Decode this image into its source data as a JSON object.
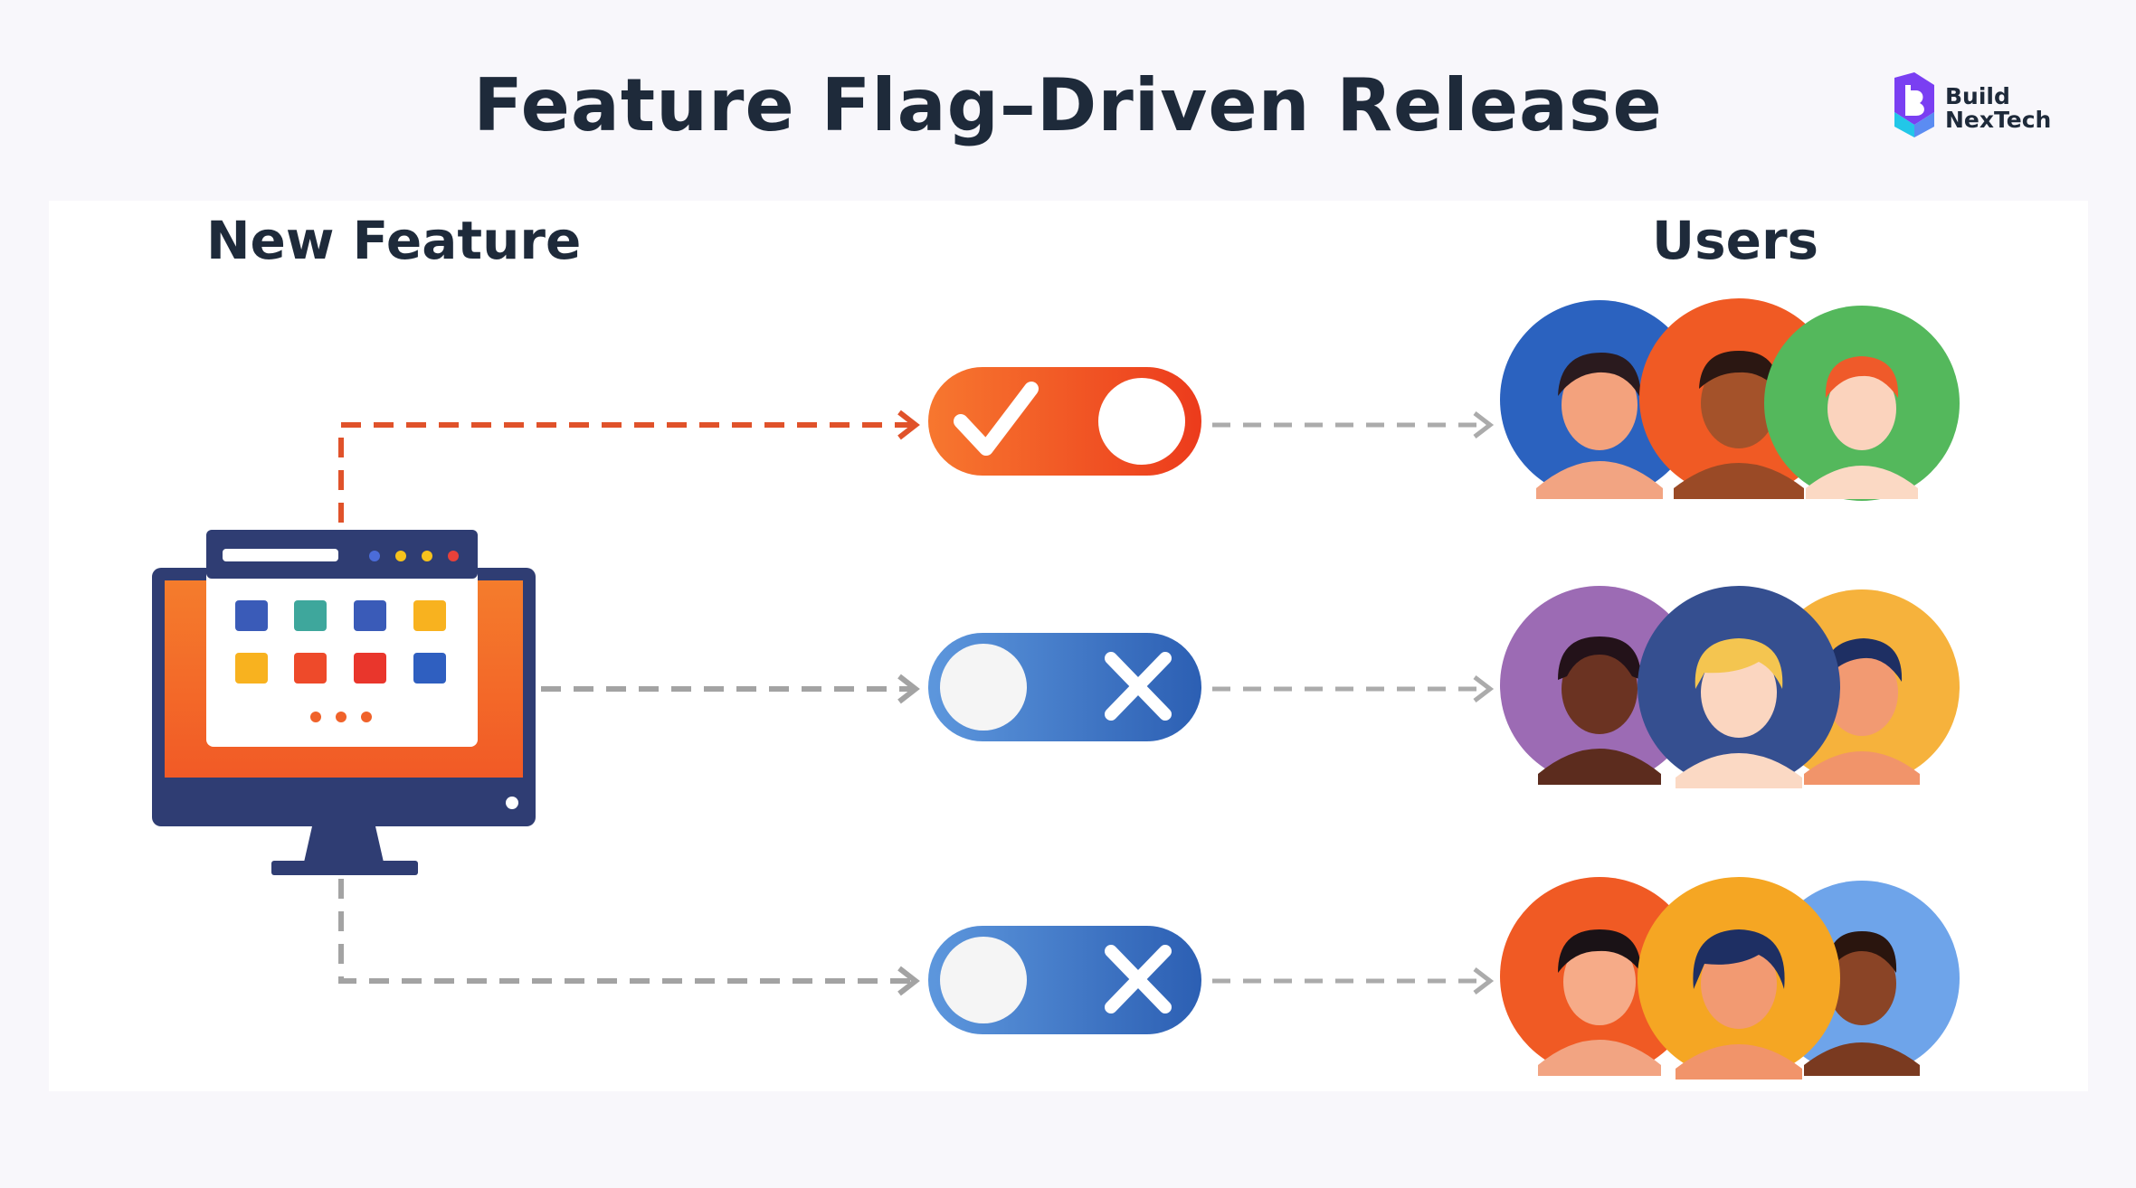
{
  "diagram": {
    "title": "Feature Flag–Driven Release",
    "source_label": "New Feature",
    "target_label": "Users"
  },
  "brand": {
    "line1": "Build",
    "line2": "NexTech"
  },
  "flags": [
    {
      "state": "on",
      "icon": "check-icon",
      "color": "#f04e23"
    },
    {
      "state": "off",
      "icon": "cross-icon",
      "color": "#2e63b6"
    },
    {
      "state": "off",
      "icon": "cross-icon",
      "color": "#2e63b6"
    }
  ],
  "colors": {
    "enabled_path": "#e0522a",
    "disabled_path": "#a3a3a3",
    "monitor_frame": "#2f3d73",
    "monitor_screen": "#f26a2a"
  }
}
